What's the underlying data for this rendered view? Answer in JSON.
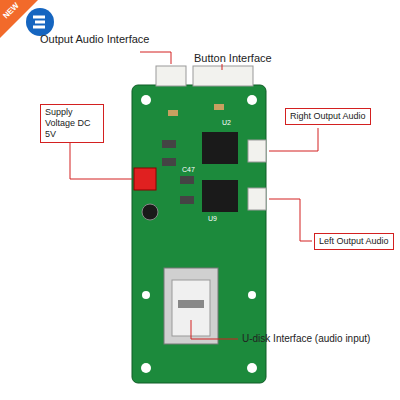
{
  "diagram": {
    "nodes": [
      {
        "text": [
          "Supply Voltage DC 5V"
        ]
      },
      {
        "text": [
          "Right Output Audio"
        ]
      },
      {
        "text": [
          "Left Output Audio"
        ]
      }
    ],
    "labels": [
      "NEW",
      "Output Audio Interface",
      "Button Interface",
      "U2",
      "C47",
      "U9",
      "U-disk Interface (audio input)"
    ]
  }
}
